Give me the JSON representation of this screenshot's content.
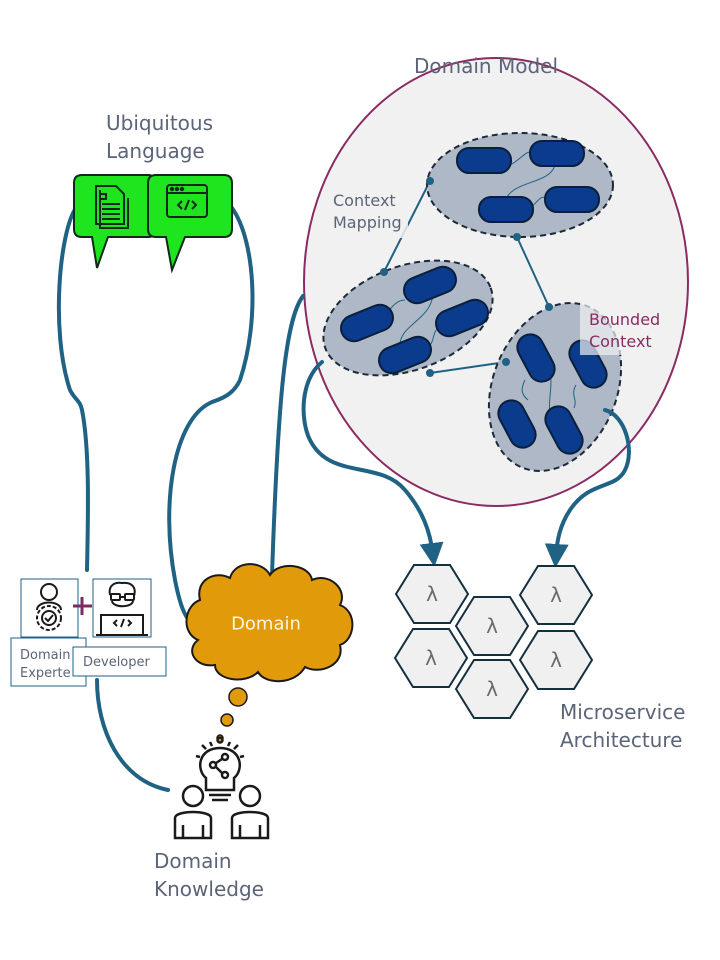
{
  "labels": {
    "ubiquitous_language": [
      "Ubiquitous",
      "Language"
    ],
    "domain_model": "Domain Model",
    "context_mapping": [
      "Context",
      "Mapping"
    ],
    "bounded_context": [
      "Bounded",
      "Context"
    ],
    "domain": "Domain",
    "domain_expert": [
      "Domain",
      "Experte"
    ],
    "developer": "Developer",
    "domain_knowledge": [
      "Domain",
      "Knowledge"
    ],
    "microservice_architecture": [
      "Microservice",
      "Architecture"
    ]
  },
  "microservices": [
    {
      "symbol": "λ"
    },
    {
      "symbol": "λ"
    },
    {
      "symbol": "λ"
    },
    {
      "symbol": "λ"
    },
    {
      "symbol": "λ"
    },
    {
      "symbol": "λ"
    }
  ],
  "icons": {
    "speech_bubble_1": "document-icon",
    "speech_bubble_2": "code-window-icon",
    "expert": "expert-gear-check-icon",
    "developer": "developer-laptop-icon",
    "knowledge": "lightbulb-people-icon",
    "plus": "plus-icon"
  },
  "colors": {
    "connector": "#1f6284",
    "bubble_green": "#1ee51e",
    "cloud_orange": "#e09a0a",
    "entity_blue": "#0a3b8c",
    "context_gray": "#aeb8c6",
    "model_border": "#8a2b62",
    "model_fill": "#f1f1f2",
    "hex_fill": "#f0f0f0"
  }
}
